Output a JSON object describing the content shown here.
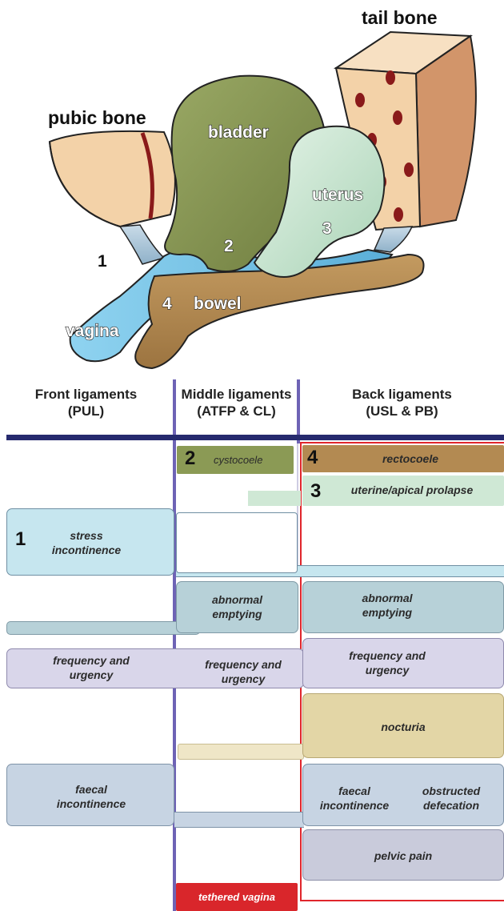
{
  "anatomy": {
    "labels": {
      "tail_bone": "tail bone",
      "pubic_bone": "pubic bone",
      "bladder": "bladder",
      "uterus": "uterus",
      "bowel": "bowel",
      "vagina": "vagina",
      "n1": "1",
      "n2": "2",
      "n3": "3",
      "n4": "4"
    },
    "colors": {
      "bladder": "#8b9a55",
      "uterus": "#c7e3cf",
      "bowel": "#b38a52",
      "vagina": "#7cc4e6",
      "bone": "#f3d2a8",
      "bone_side": "#d49a70",
      "bone_mark": "#8a1a1a"
    }
  },
  "table": {
    "headers": {
      "front": [
        "Front ligaments",
        "(PUL)"
      ],
      "middle": [
        "Middle ligaments",
        "(ATFP & CL)"
      ],
      "back": [
        "Back ligaments",
        "(USL & PB)"
      ]
    },
    "rows": {
      "cystocoele": {
        "num": "2",
        "text": "cystocoele"
      },
      "rectocoele": {
        "num": "4",
        "text": "rectocoele"
      },
      "uterine": {
        "num": "3",
        "text": "uterine/apical prolapse"
      },
      "stress": {
        "num": "1",
        "line1": "stress",
        "line2": "incontinence"
      },
      "abnormal_middle": [
        "abnormal",
        "emptying"
      ],
      "abnormal_back": [
        "abnormal",
        "emptying"
      ],
      "freq_front": [
        "frequency and",
        "urgency"
      ],
      "freq_middle": [
        "frequency and",
        "urgency"
      ],
      "freq_back": [
        "frequency and",
        "urgency"
      ],
      "nocturia": "nocturia",
      "faecal_front": [
        "faecal",
        "incontinence"
      ],
      "faecal_back": [
        "faecal",
        "incontinence"
      ],
      "obstructed_back": [
        "obstructed",
        "defecation"
      ],
      "pelvic_pain": "pelvic pain",
      "tethered": "tethered vagina"
    },
    "colors": {
      "header_bar": "#262a6e",
      "column_line": "#6e63b5",
      "red_frame": "#e0262c",
      "cysto": "#8b9a55",
      "recto": "#b38a52",
      "uterine": "#cfe8d5",
      "stress": "#c6e6ef",
      "abnormal": "#b7d1d8",
      "frequency": "#d9d6ea",
      "nocturia": "#e3d6a6",
      "faecal": "#c7d4e3",
      "pelvic": "#c9cbdb",
      "tethered": "#d9262b"
    }
  }
}
